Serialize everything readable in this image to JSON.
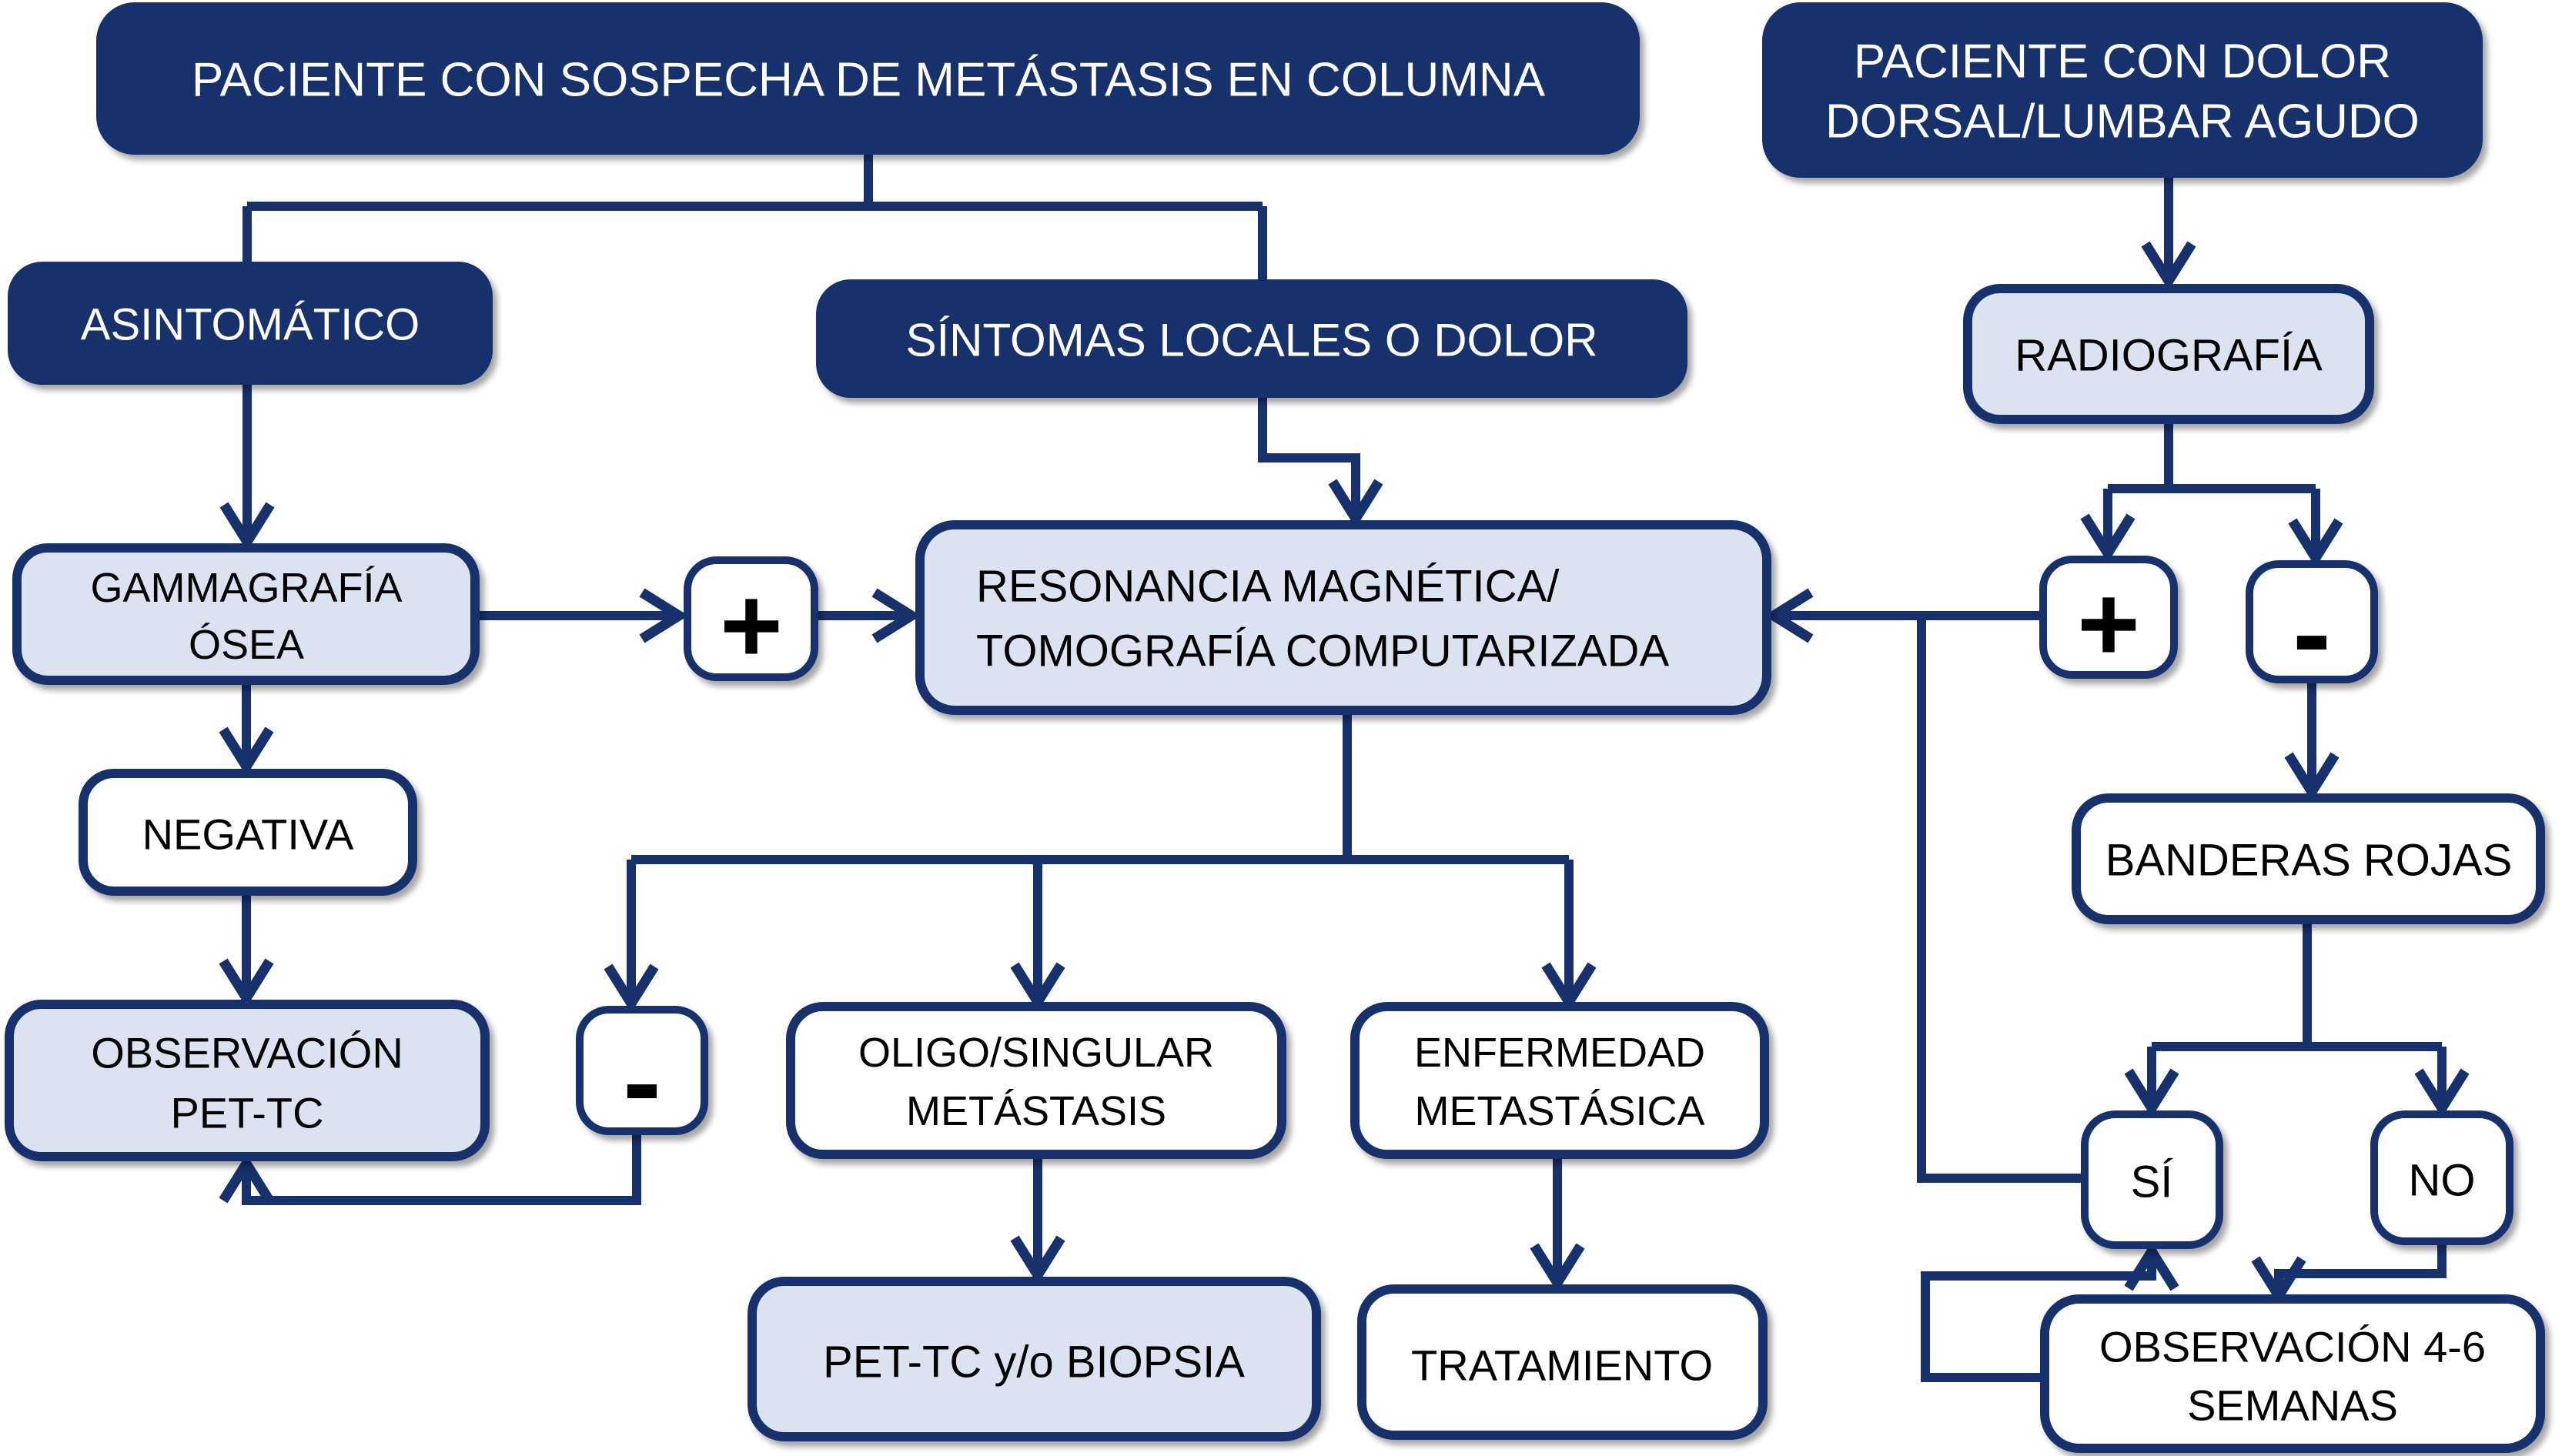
{
  "colors": {
    "navy": "#17316d",
    "light_blue": "#dbe3f1",
    "white": "#ffffff",
    "text_on_dark": "#ffffff",
    "text_on_light": "#000000"
  },
  "nodes": {
    "sospecha": {
      "label": "PACIENTE CON SOSPECHA DE METÁSTASIS EN COLUMNA"
    },
    "dolor_agudo": {
      "line1": "PACIENTE CON DOLOR",
      "line2": "DORSAL/LUMBAR AGUDO"
    },
    "asintomatico": {
      "label": "ASINTOMÁTICO"
    },
    "sintomas": {
      "label": "SÍNTOMAS LOCALES O DOLOR"
    },
    "radiografia": {
      "label": "RADIOGRAFÍA"
    },
    "gammagrafia": {
      "line1": "GAMMAGRAFÍA",
      "line2": "ÓSEA"
    },
    "plus_izquierda": {
      "label": "+"
    },
    "resonancia": {
      "line1": "RESONANCIA MAGNÉTICA/",
      "line2": "TOMOGRAFÍA COMPUTARIZADA"
    },
    "plus_derecha": {
      "label": "+"
    },
    "minus_derecha": {
      "label": "-"
    },
    "negativa": {
      "label": "NEGATIVA"
    },
    "banderas_rojas": {
      "label": "BANDERAS ROJAS"
    },
    "observacion_pet": {
      "line1": "OBSERVACIÓN",
      "line2": "PET-TC"
    },
    "minus_centro": {
      "label": "-"
    },
    "oligo": {
      "line1": "OLIGO/SINGULAR",
      "line2": "METÁSTASIS"
    },
    "enfermedad": {
      "line1": "ENFERMEDAD",
      "line2": "METASTÁSICA"
    },
    "si": {
      "label": "SÍ"
    },
    "no": {
      "label": "NO"
    },
    "pet_biopsia": {
      "label": "PET-TC y/o BIOPSIA"
    },
    "tratamiento": {
      "label": "TRATAMIENTO"
    },
    "observacion_46": {
      "line1": "OBSERVACIÓN 4-6",
      "line2": "SEMANAS"
    }
  },
  "edges": [
    {
      "from": "sospecha",
      "to": "asintomatico"
    },
    {
      "from": "sospecha",
      "to": "sintomas"
    },
    {
      "from": "asintomatico",
      "to": "gammagrafia"
    },
    {
      "from": "sintomas",
      "to": "resonancia"
    },
    {
      "from": "gammagrafia",
      "to": "plus_izquierda"
    },
    {
      "from": "plus_izquierda",
      "to": "resonancia"
    },
    {
      "from": "gammagrafia",
      "to": "negativa"
    },
    {
      "from": "negativa",
      "to": "observacion_pet"
    },
    {
      "from": "resonancia",
      "to": "minus_centro"
    },
    {
      "from": "resonancia",
      "to": "oligo"
    },
    {
      "from": "resonancia",
      "to": "enfermedad"
    },
    {
      "from": "minus_centro",
      "to": "observacion_pet"
    },
    {
      "from": "oligo",
      "to": "pet_biopsia"
    },
    {
      "from": "enfermedad",
      "to": "tratamiento"
    },
    {
      "from": "dolor_agudo",
      "to": "radiografia"
    },
    {
      "from": "radiografia",
      "to": "plus_derecha"
    },
    {
      "from": "radiografia",
      "to": "minus_derecha"
    },
    {
      "from": "plus_derecha",
      "to": "resonancia"
    },
    {
      "from": "minus_derecha",
      "to": "banderas_rojas"
    },
    {
      "from": "banderas_rojas",
      "to": "si"
    },
    {
      "from": "banderas_rojas",
      "to": "no"
    },
    {
      "from": "si",
      "to": "resonancia"
    },
    {
      "from": "no",
      "to": "observacion_46"
    },
    {
      "from": "observacion_46",
      "to": "si"
    }
  ]
}
